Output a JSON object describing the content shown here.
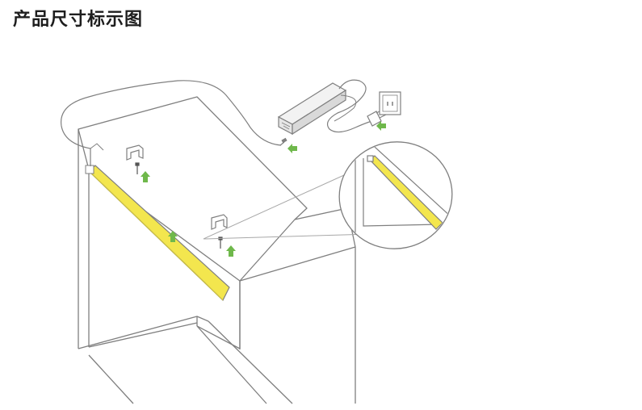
{
  "header": {
    "title": "产品尺寸标示图"
  },
  "diagram": {
    "line_color": "#7f7f7f",
    "strip_color": "#f3e64e",
    "arrow_color": "#6fb84b",
    "callout_line_color": "#a8a8a8",
    "icons": [
      "led-strip",
      "power-adapter",
      "wall-socket",
      "mounting-clip",
      "screw",
      "install-arrow",
      "magnifier-callout"
    ]
  }
}
